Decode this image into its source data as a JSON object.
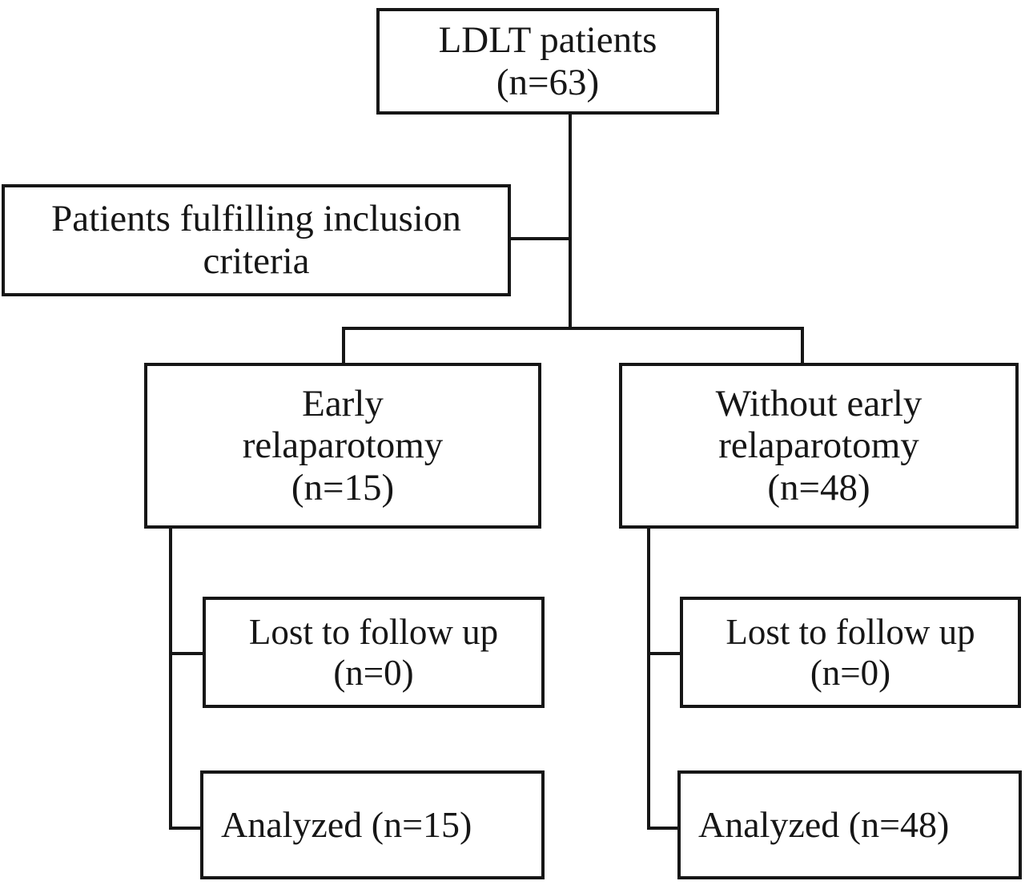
{
  "diagram": {
    "type": "flowchart",
    "title": "CONSORT-style patient flow diagram",
    "colors": {
      "stroke": "#161616",
      "fill": "#ffffff",
      "text": "#161616"
    },
    "nodes": [
      {
        "id": "root",
        "label": "LDLT patients\n(n=63)",
        "line1": "LDLT patients",
        "count_text": "(n=63)",
        "count": 63
      },
      {
        "id": "included",
        "label": "Patients fulfilling inclusion\ncriteria",
        "line1": "Patients fulfilling inclusion",
        "line2": "criteria",
        "count_text": "",
        "count": null
      },
      {
        "id": "early-relaparotomy",
        "label": "Early\nrelaparotomy\n(n=15)",
        "line1": "Early",
        "line2": "relaparotomy",
        "count_text": "(n=15)",
        "count": 15
      },
      {
        "id": "without-early-relaparotomy",
        "label": "Without early\nrelaparotomy\n(n=48)",
        "line1": "Without early",
        "line2": "relaparotomy",
        "count_text": "(n=48)",
        "count": 48
      },
      {
        "id": "lost-followup-left",
        "label": "Lost to follow up\n(n=0)",
        "line1": "Lost to follow up",
        "count_text": "(n=0)",
        "count": 0
      },
      {
        "id": "lost-followup-right",
        "label": "Lost to follow up\n(n=0)",
        "line1": "Lost to follow up",
        "count_text": "(n=0)",
        "count": 0
      },
      {
        "id": "analyzed-left",
        "label": "Analyzed (n=15)",
        "line1": "Analyzed (n=15)",
        "count_text": "(n=15)",
        "count": 15
      },
      {
        "id": "analyzed-right",
        "label": "Analyzed (n=48)",
        "line1": "Analyzed (n=48)",
        "count_text": "(n=48)",
        "count": 48
      }
    ],
    "edges": [
      {
        "from": "root",
        "to": "included"
      },
      {
        "from": "root",
        "to": "early-relaparotomy"
      },
      {
        "from": "root",
        "to": "without-early-relaparotomy"
      },
      {
        "from": "early-relaparotomy",
        "to": "lost-followup-left"
      },
      {
        "from": "early-relaparotomy",
        "to": "analyzed-left"
      },
      {
        "from": "without-early-relaparotomy",
        "to": "lost-followup-right"
      },
      {
        "from": "without-early-relaparotomy",
        "to": "analyzed-right"
      }
    ]
  }
}
